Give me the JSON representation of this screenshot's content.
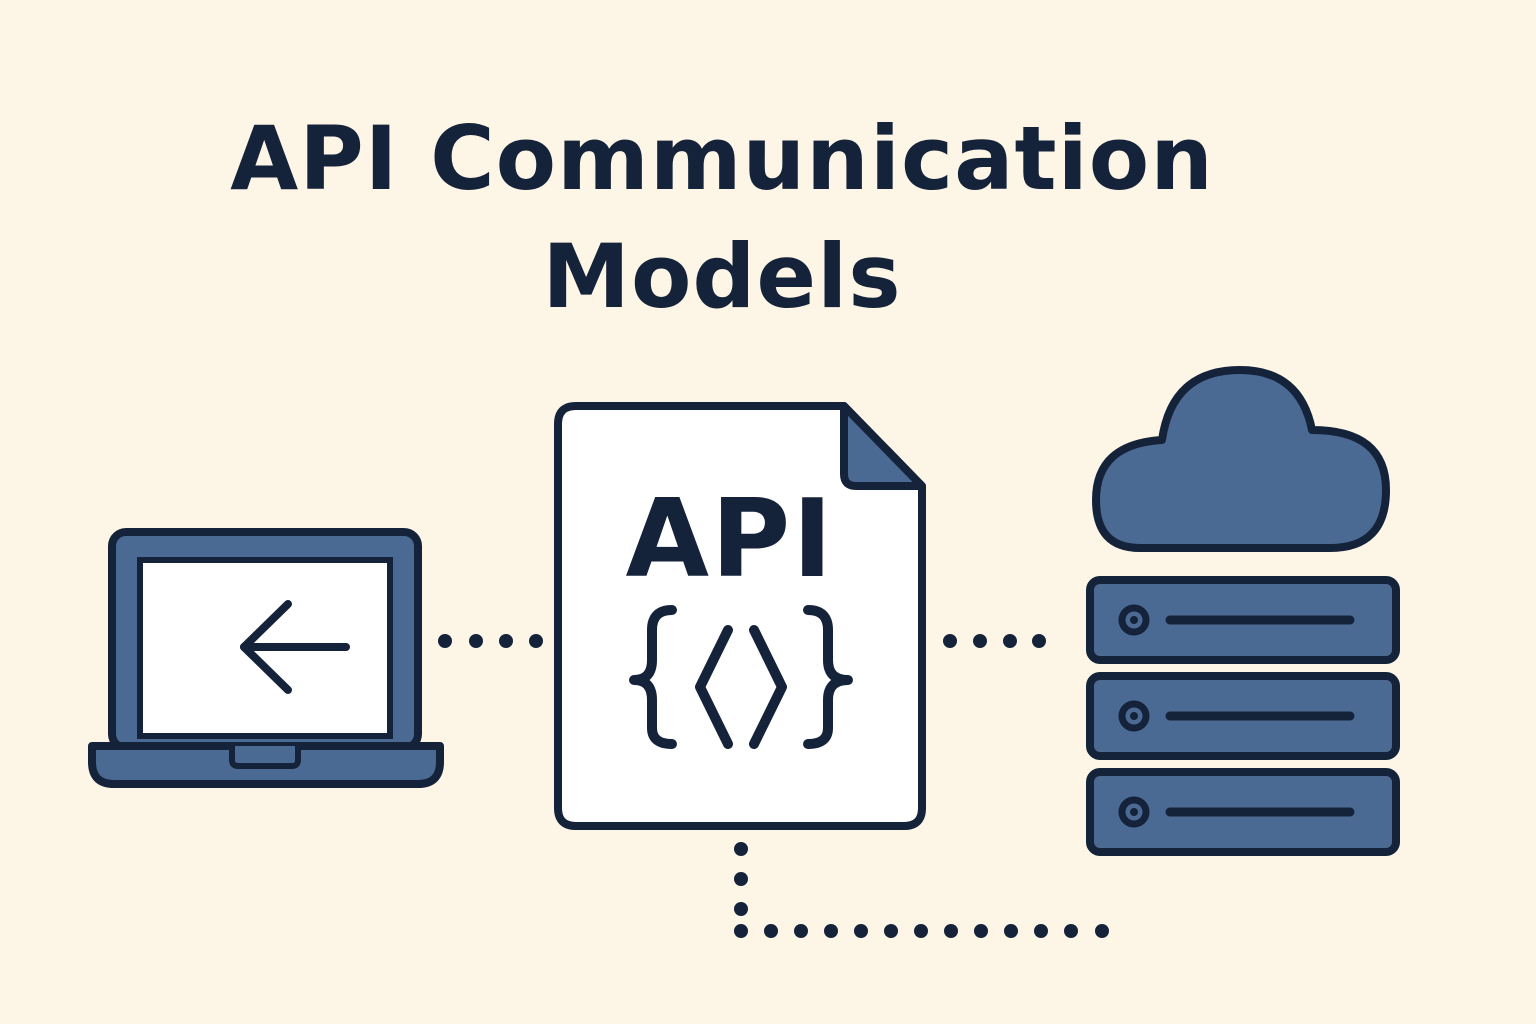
{
  "title": {
    "line1": "API Communication",
    "line2": "Models"
  },
  "document": {
    "label": "API",
    "code_glyph": "{ ‹ › }"
  },
  "icons": {
    "client": "laptop-icon",
    "client_screen": "arrow-left-icon",
    "api": "api-document-icon",
    "cloud": "cloud-icon",
    "server": "server-stack-icon"
  },
  "colors": {
    "background": "#FDF5E6",
    "outline": "#15233A",
    "fill": "#4A6A93",
    "paper": "#FFFFFF"
  }
}
